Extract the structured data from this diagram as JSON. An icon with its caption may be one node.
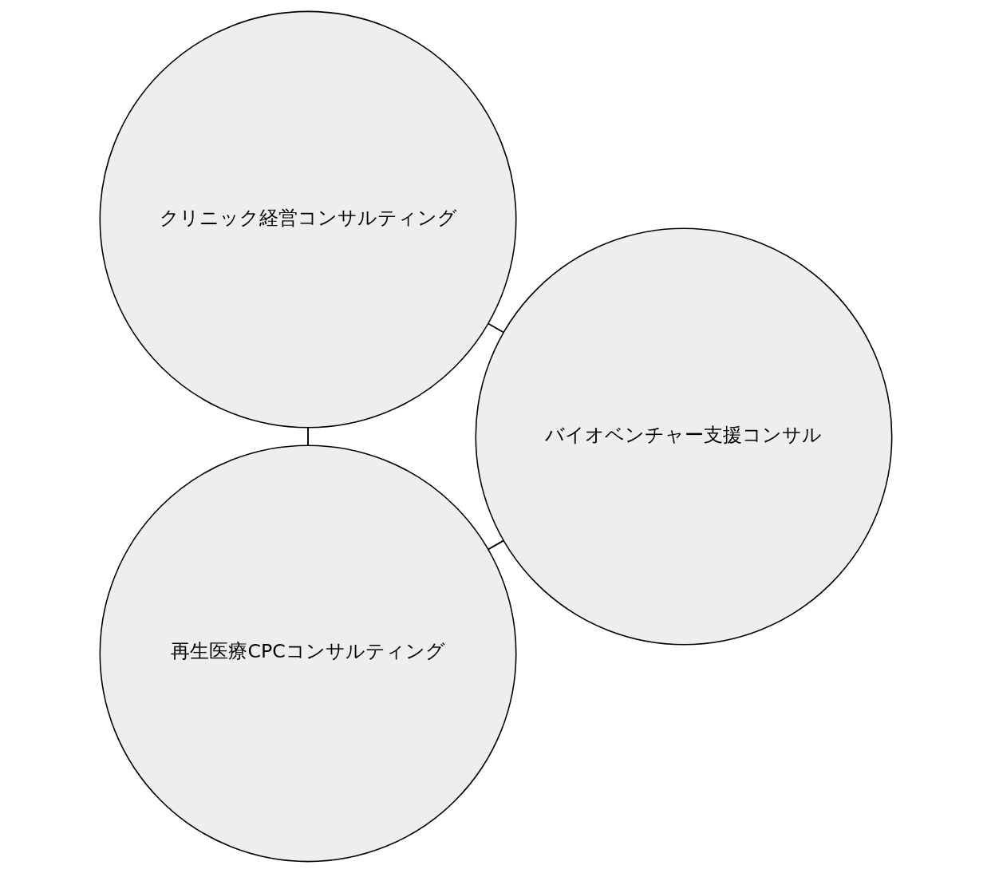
{
  "diagram": {
    "nodes": [
      {
        "text": [
          "再生医療CPCコンサルティング"
        ]
      },
      {
        "text": [
          "バイオベンチャー支援コンサル"
        ]
      },
      {
        "text": [
          "クリニック経営コンサルティング"
        ]
      }
    ],
    "edges": [
      {
        "from": 0,
        "to": 2,
        "arrow": "none"
      },
      {
        "from": 2,
        "to": 1,
        "arrow": "none"
      },
      {
        "from": 1,
        "to": 0,
        "arrow": "none"
      }
    ]
  }
}
